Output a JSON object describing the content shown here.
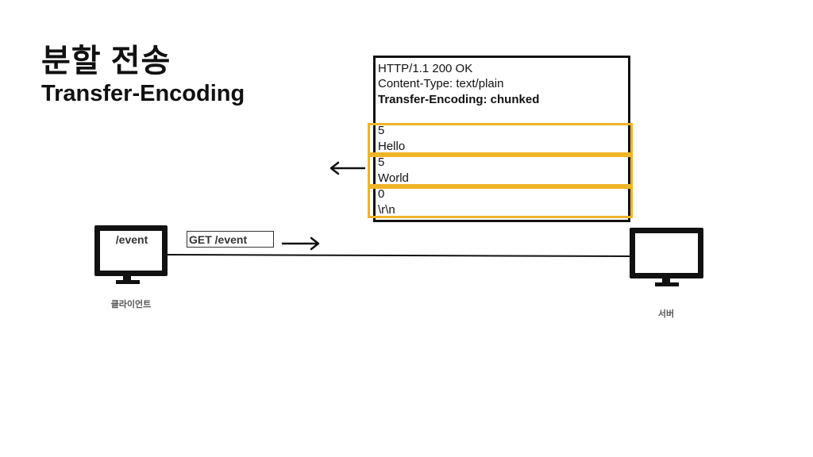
{
  "title": {
    "main": "분할 전송",
    "sub": "Transfer-Encoding"
  },
  "response": {
    "headers": [
      "HTTP/1.1 200 OK",
      "Content-Type: text/plain",
      "Transfer-Encoding: chunked"
    ],
    "chunks": [
      {
        "size": "5",
        "data": "Hello"
      },
      {
        "size": "5",
        "data": "World"
      },
      {
        "size": "0",
        "data": "\\r\\n"
      }
    ]
  },
  "client": {
    "screen_text": "/event",
    "caption": "클라이언트"
  },
  "server": {
    "caption": "서버"
  },
  "request": {
    "label": "GET /event"
  },
  "colors": {
    "chunk_border": "#f0b429",
    "ink": "#111111"
  }
}
